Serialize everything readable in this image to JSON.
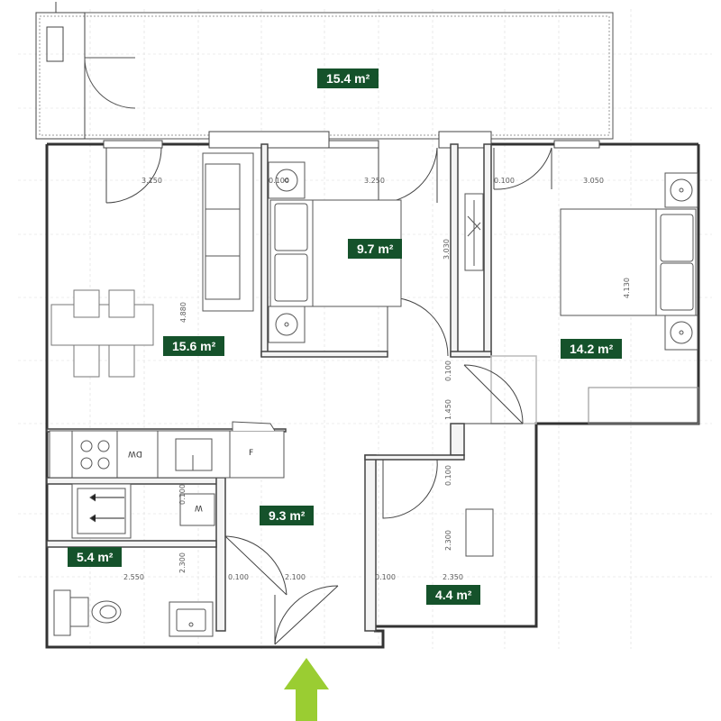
{
  "room_areas": {
    "terrace": "15.4 m²",
    "bedroom_small": "9.7 m²",
    "living_kitchen": "15.6 m²",
    "bedroom_master": "14.2 m²",
    "hall": "9.3 m²",
    "bathroom": "5.4 m²",
    "wardrobe": "4.4 m²"
  },
  "dimensions": {
    "d_3150": "3.150",
    "d_0100_a": "0.100",
    "d_3250": "3.250",
    "d_0100_b": "0.100",
    "d_3050": "3.050",
    "d_4880": "4.880",
    "d_3030": "3.030",
    "d_4130": "4.130",
    "d_0100_c": "0.100",
    "d_1450": "1.450",
    "d_0100_d": "0.100",
    "d_0100_e": "0.100",
    "d_2300_a": "2.300",
    "d_2300_b": "2.300",
    "d_2550": "2.550",
    "d_0100_f": "0.100",
    "d_2100": "2.100",
    "d_0100_g": "0.100",
    "d_2350": "2.350"
  },
  "fixtures": {
    "dishwasher": "DW",
    "fridge": "F",
    "washer": "W"
  },
  "colors": {
    "label_bg": "#15522b",
    "entrance_arrow": "#9acd32",
    "wall": "#333333",
    "grid": "#d8d8d8"
  }
}
